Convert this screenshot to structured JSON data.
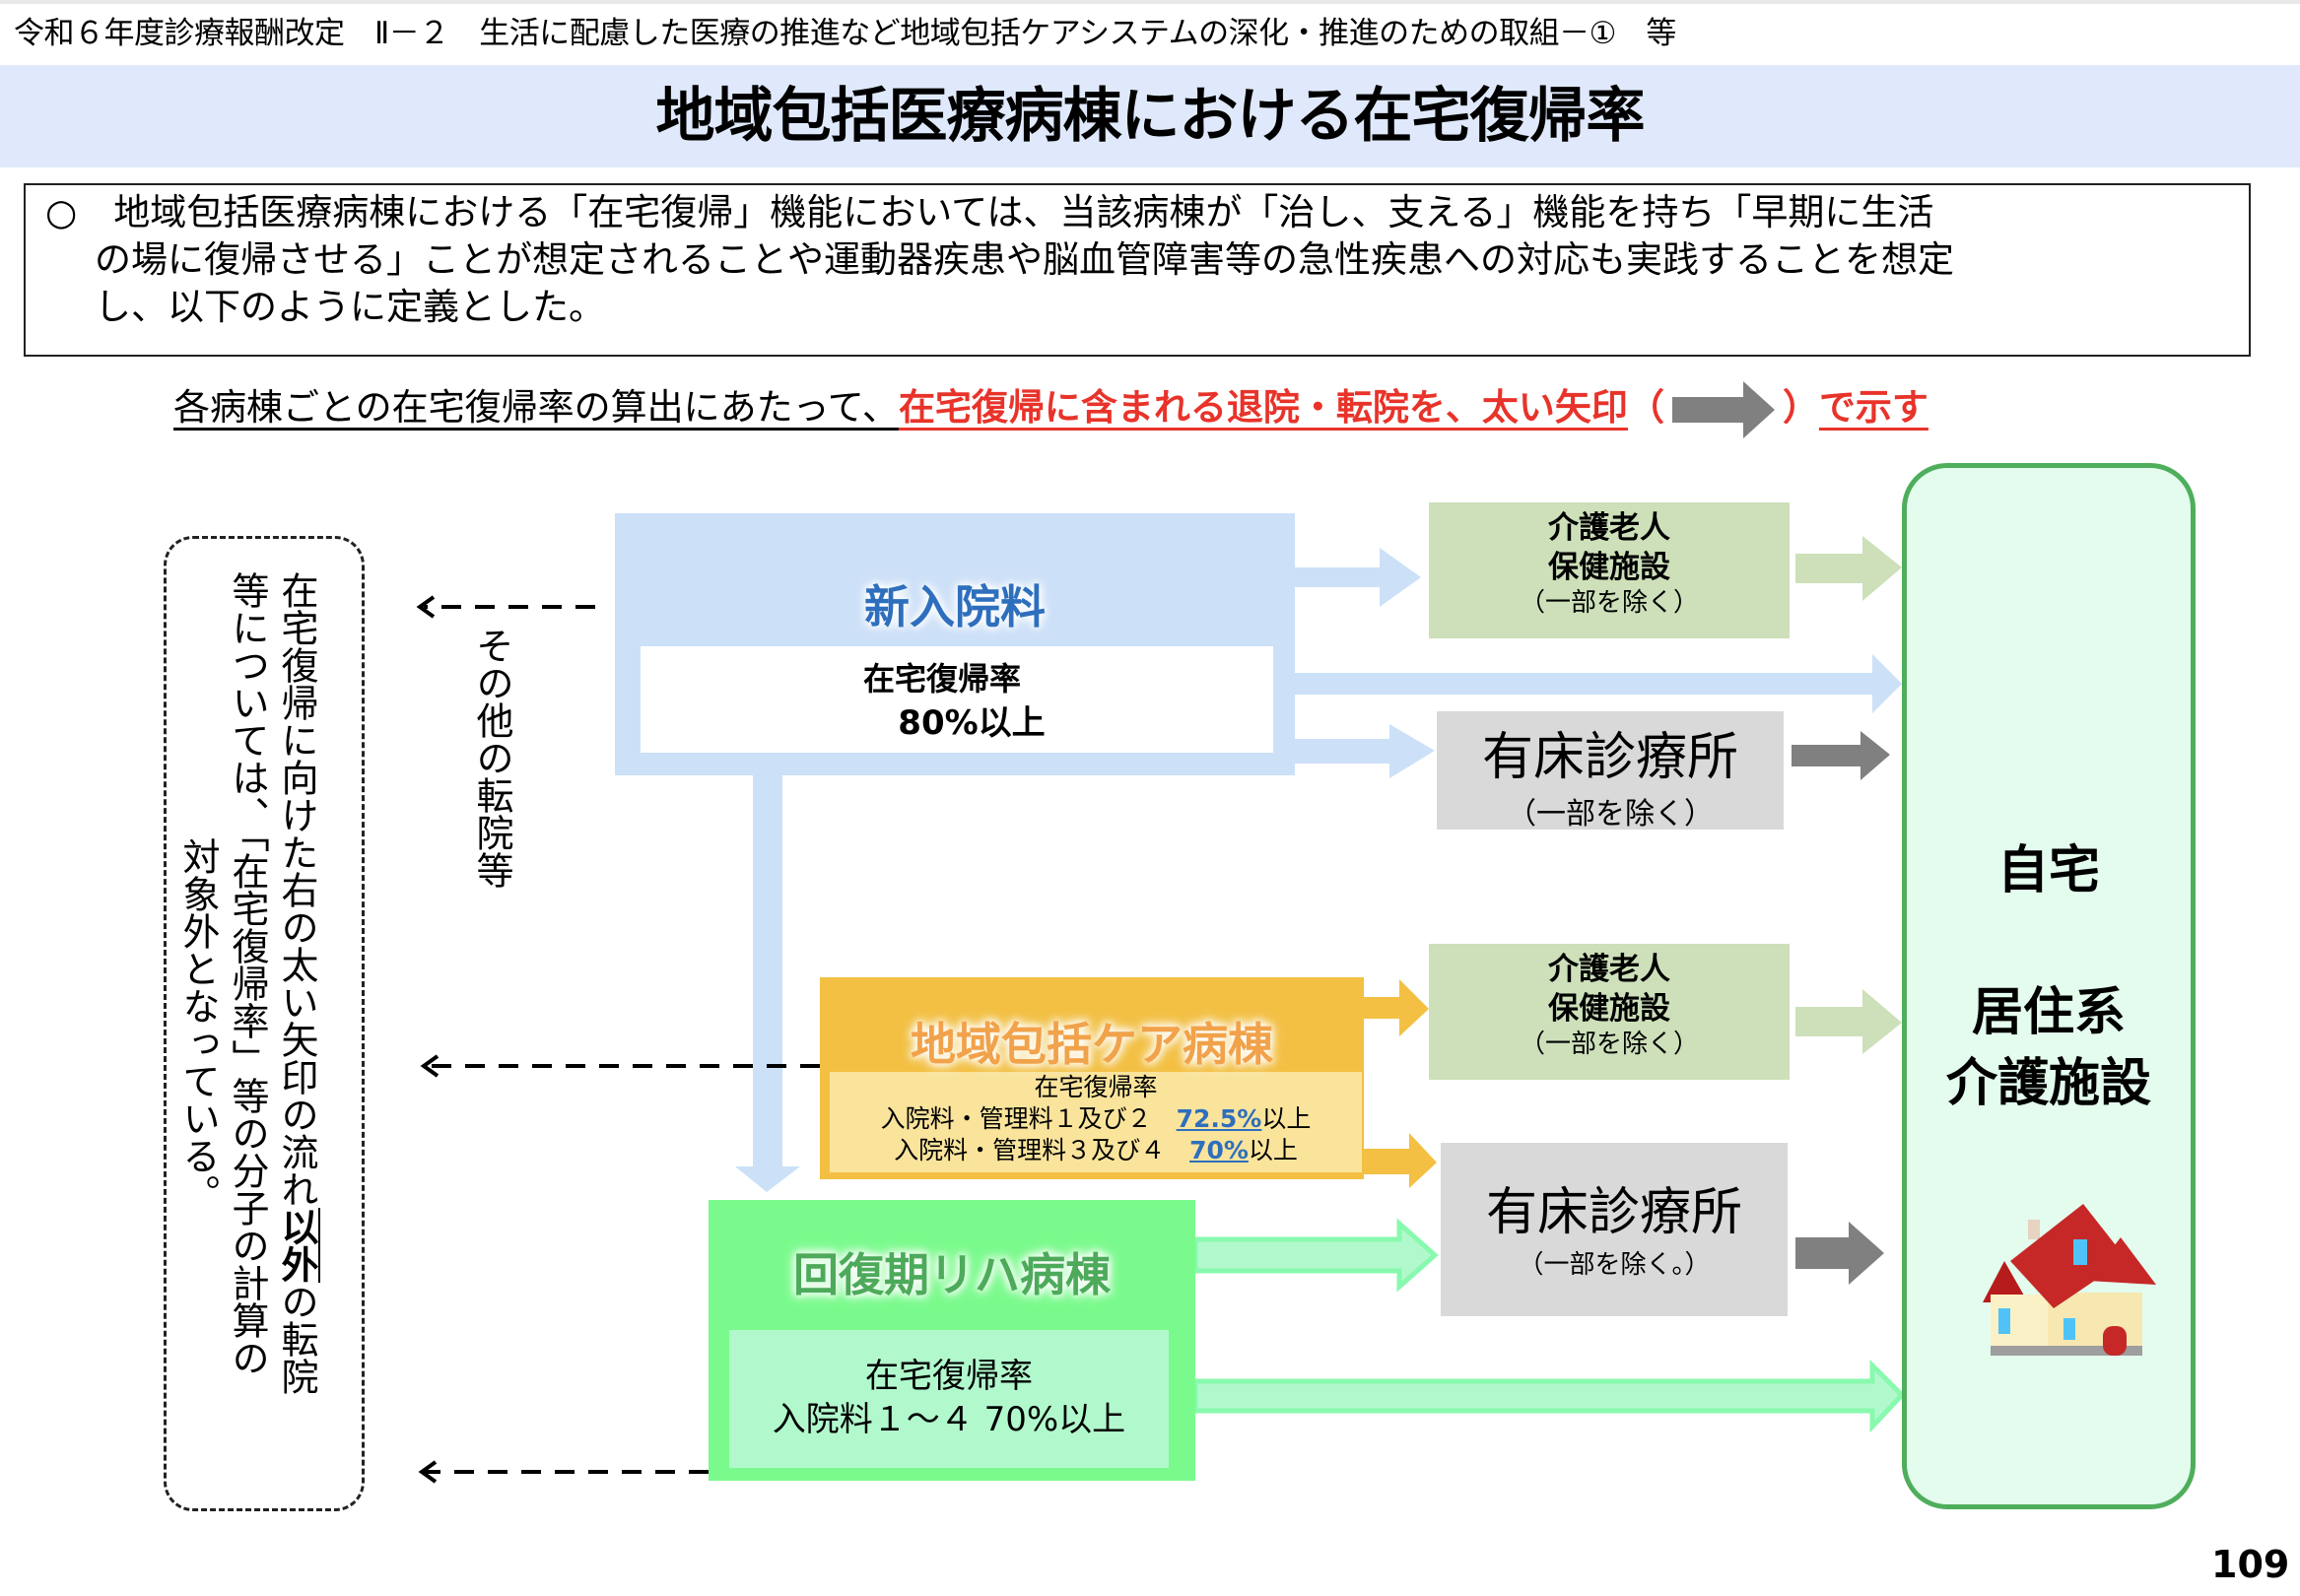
{
  "header": {
    "breadcrumb": "令和６年度診療報酬改定　Ⅱ－２　生活に配慮した医療の推進など地域包括ケアシステムの深化・推進のための取組－①　等"
  },
  "title": "地域包括医療病棟における在宅復帰率",
  "intro": {
    "lines": [
      "○　地域包括医療病棟における「在宅復帰」機能においては、当該病棟が「治し、支える」機能を持ち「早期に生活",
      "の場に復帰させる」ことが想定されることや運動器疾患や脳血管障害等の急性疾患への対応も実践することを想定",
      "し、以下のように定義とした。"
    ]
  },
  "note": {
    "black": "各病棟ごとの在宅復帰率の算出にあたって、",
    "red": "在宅復帰に含まれる退院・転院を、太い矢印",
    "paren_open": "（",
    "paren_close": "）",
    "red_end": "で示す"
  },
  "left_note": {
    "col1_a": "在宅復帰に向けた右の太い矢印の流れ",
    "col1_bold": "以外",
    "col1_b": "の転院",
    "col2": "等については、「在宅復帰率」等の分子の計算の",
    "col3": "対象外となっている。"
  },
  "other_transfers": "その他の転院等",
  "wards": {
    "new_admission": {
      "label": "新入院料",
      "rate_label": "在宅復帰率",
      "rate_value": "80%以上"
    },
    "community_care": {
      "label": "地域包括ケア病棟",
      "rate_label": "在宅復帰率",
      "row1_prefix": "入院料・管理料１及び２　",
      "row1_value": "72.5%",
      "row1_suffix": "以上",
      "row2_prefix": "入院料・管理料３及び４　",
      "row2_value": "70%",
      "row2_suffix": "以上"
    },
    "recovery_rehab": {
      "label": "回復期リハ病棟",
      "rate_label": "在宅復帰率",
      "rate_value": "入院料１～４ 70%以上"
    }
  },
  "destinations": {
    "rouken1": {
      "line1": "介護老人",
      "line2": "保健施設",
      "sub": "（一部を除く）"
    },
    "clinic1": {
      "main": "有床診療所",
      "sub": "（一部を除く）"
    },
    "rouken2": {
      "line1": "介護老人",
      "line2": "保健施設",
      "sub": "（一部を除く）"
    },
    "clinic2": {
      "main": "有床診療所",
      "sub": "（一部を除く。）"
    },
    "home": {
      "line1": "自宅",
      "line2": "居住系",
      "line3": "介護施設",
      "icon": "house-icon"
    }
  },
  "colors": {
    "title_band": "#dfe9fb",
    "blue": "#cce0f8",
    "orange": "#f3c043",
    "green": "#7afa8c",
    "rouken": "#cde0ba",
    "clinic": "#d9d9d9",
    "gray_arrow": "#808080",
    "red_text": "#e8332a",
    "home_border": "#4fae5c"
  },
  "page_number": "109"
}
